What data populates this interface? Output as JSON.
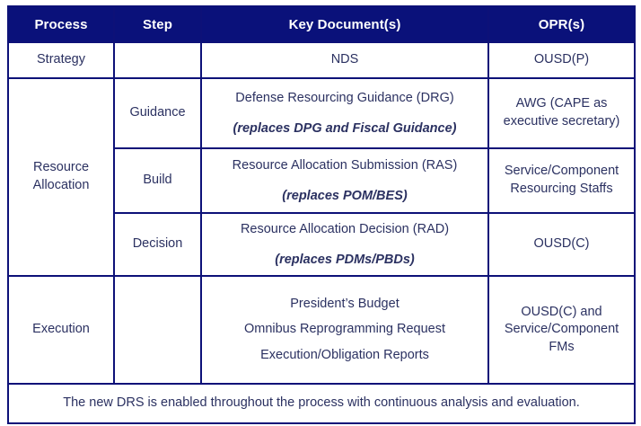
{
  "colors": {
    "header_bg": "#0A117A",
    "header_text": "#FFFFFF",
    "border": "#0D1178",
    "body_text": "#2B3161",
    "cell_bg": "#FFFFFF"
  },
  "table": {
    "headers": [
      {
        "label": "Process"
      },
      {
        "label": "Step"
      },
      {
        "label": "Key Document(s)"
      },
      {
        "label": "OPR(s)"
      }
    ],
    "rows": [
      {
        "process": "Strategy",
        "step": "",
        "documents": {
          "main": "NDS",
          "replaces": ""
        },
        "opr": "OUSD(P)"
      },
      {
        "process": "Resource Allocation",
        "step": "Guidance",
        "documents": {
          "main": "Defense Resourcing Guidance (DRG)",
          "replaces": "(replaces DPG and Fiscal Guidance)"
        },
        "opr_lines": [
          "AWG (CAPE as",
          "executive secretary)"
        ]
      },
      {
        "process": "",
        "step": "Build",
        "documents": {
          "main": "Resource Allocation Submission (RAS)",
          "replaces": "(replaces POM/BES)"
        },
        "opr_lines": [
          "Service/Component",
          "Resourcing Staffs"
        ]
      },
      {
        "process": "",
        "step": "Decision",
        "documents": {
          "main": "Resource Allocation Decision (RAD)",
          "replaces": "(replaces PDMs/PBDs)"
        },
        "opr": "OUSD(C)"
      },
      {
        "process": "Execution",
        "step": "",
        "document_lines": [
          "President’s Budget",
          "Omnibus Reprogramming Request",
          "Execution/Obligation Reports"
        ],
        "opr_lines": [
          "OUSD(C) and",
          "Service/Component",
          "FMs"
        ]
      }
    ],
    "footer_note": "The new DRS is enabled throughout the process with continuous analysis and evaluation."
  }
}
